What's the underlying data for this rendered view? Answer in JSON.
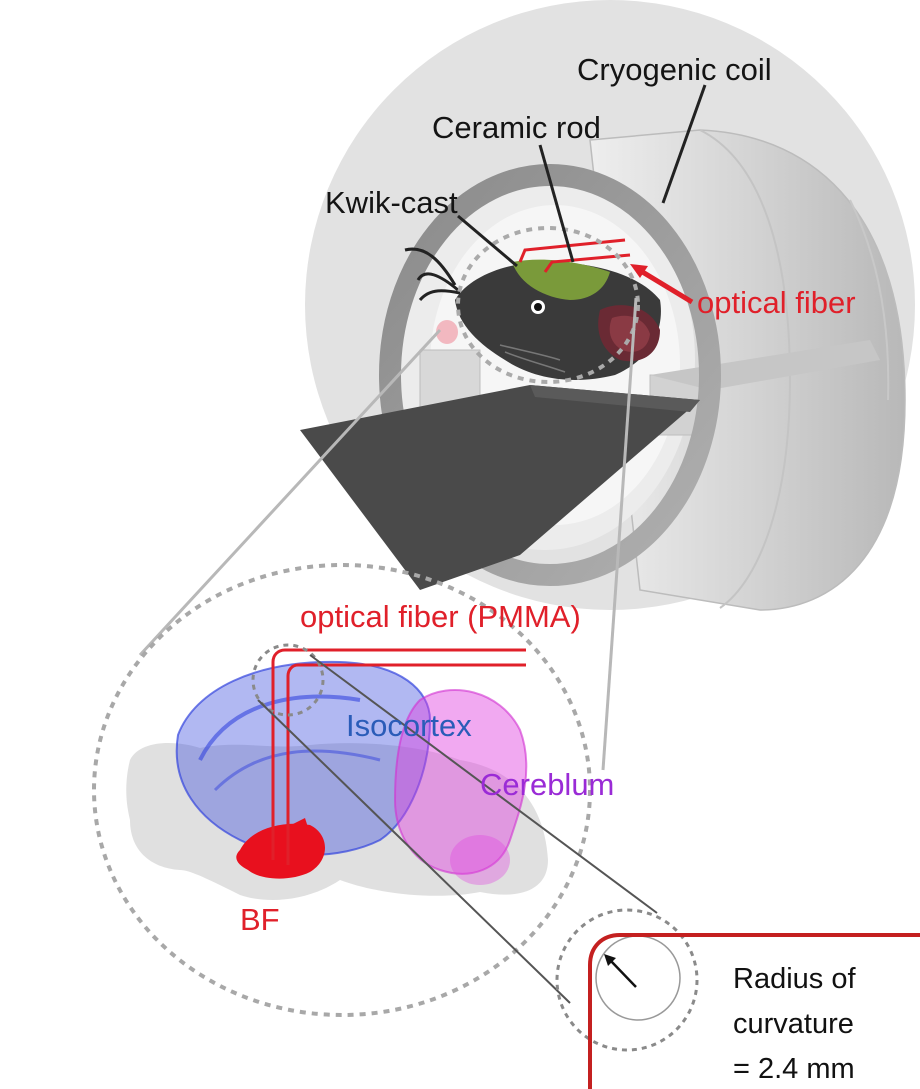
{
  "labels": {
    "cryogenic_coil": "Cryogenic coil",
    "ceramic_rod": "Ceramic rod",
    "kwik_cast": "Kwik-cast",
    "optical_fiber": "optical fiber",
    "optical_fiber_pmma": "optical fiber (PMMA)",
    "isocortex": "Isocortex",
    "cerebellum": "Cereblum",
    "bf": "BF",
    "radius_line1": "Radius of",
    "radius_line2": "curvature",
    "radius_line3": "= 2.4 mm"
  },
  "colors": {
    "fiber_red": "#e0202a",
    "isocortex_blue": "#3344dd",
    "cerebellum_magenta": "#e040e0",
    "bf_red": "#e8101e",
    "coil_gray": "#d9d9d9"
  }
}
